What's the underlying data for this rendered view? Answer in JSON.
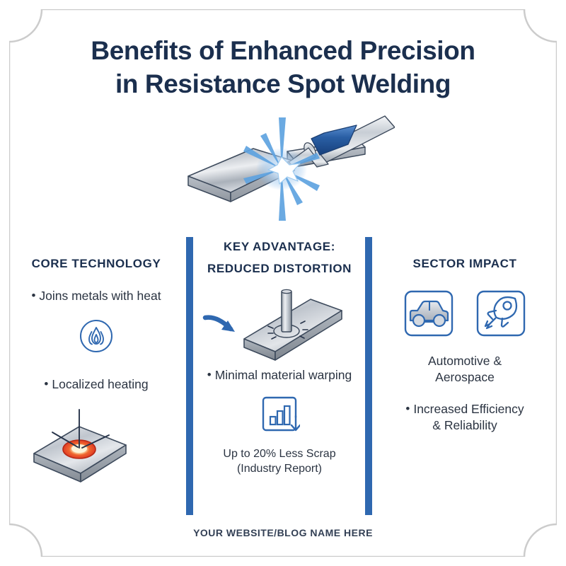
{
  "colors": {
    "navy": "#1b2f4e",
    "accent_blue": "#2f68b0",
    "body_text": "#2b3442",
    "frame_gray": "#cccccc",
    "hot_spot_red": "#e8412c",
    "background": "#ffffff"
  },
  "title": {
    "line1": "Benefits of Enhanced Precision",
    "line2": "in Resistance Spot Welding"
  },
  "hero": {
    "icon_name": "spot-welding-torch-illustration",
    "description": "Welding torch joining two metal plates with a spark burst"
  },
  "columns": [
    {
      "id": "core",
      "heading_line1": "CORE TECHNOLOGY",
      "heading_line2": "",
      "bullets": [
        "Joins metals with heat",
        "Localized heating"
      ],
      "icon_name": "flame-icon",
      "illustration_name": "heated-spot-plate-illustration"
    },
    {
      "id": "key",
      "heading_line1": "KEY ADVANTAGE:",
      "heading_line2": "REDUCED DISTORTION",
      "bullets": [
        "Minimal material warping"
      ],
      "icon_name": "bar-chart-down-arrow-icon",
      "illustration_name": "electrode-on-plate-illustration",
      "caption_line1": "Up to 20% Less Scrap",
      "caption_line2": "(Industry Report)"
    },
    {
      "id": "sector",
      "heading_line1": "SECTOR IMPACT",
      "heading_line2": "",
      "icons": [
        "car-icon",
        "rocket-icon"
      ],
      "label_line1": "Automotive &",
      "label_line2": "Aerospace",
      "bullet_line1": "Increased Efficiency",
      "bullet_line2": "& Reliability"
    }
  ],
  "footer": {
    "text": "YOUR WEBSITE/BLOG NAME HERE"
  }
}
